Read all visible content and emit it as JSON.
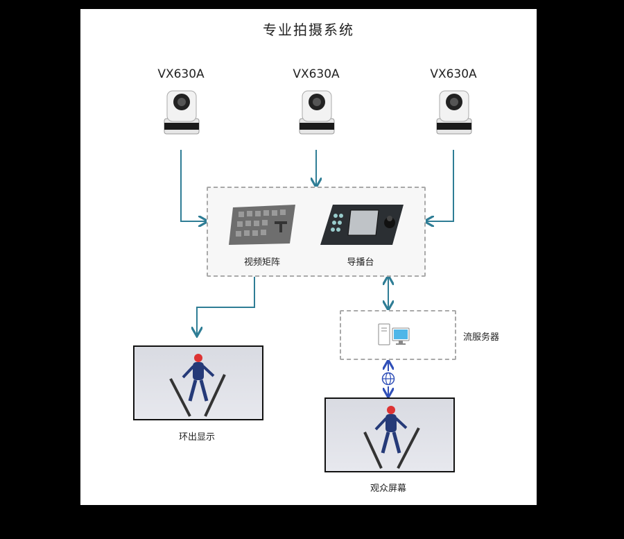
{
  "title": "专业拍摄系统",
  "cameras": [
    {
      "label": "VX630A",
      "icon": "ptz-camera-icon"
    },
    {
      "label": "VX630A",
      "icon": "ptz-camera-icon"
    },
    {
      "label": "VX630A",
      "icon": "ptz-camera-icon"
    }
  ],
  "hub": {
    "matrix_label": "视频矩阵",
    "matrix_icon": "video-matrix-icon",
    "director_label": "导播台",
    "director_icon": "director-console-icon"
  },
  "stream_server": {
    "label": "流服务器",
    "icon": "computer-icon"
  },
  "internet_icon": "globe-icon",
  "outputs": {
    "loop_display": "环出显示",
    "audience_screen": "观众屏幕",
    "screen_image": "ski-jumper-image"
  },
  "colors": {
    "connector": "#2e7d95",
    "internet_connector": "#2f4fb8",
    "border_dashed": "#a9a9a9"
  }
}
